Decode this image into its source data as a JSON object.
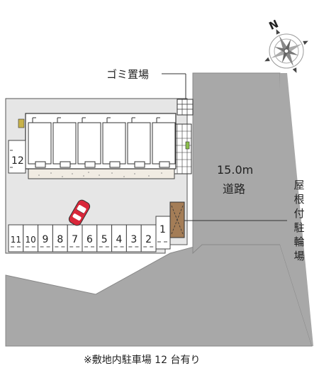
{
  "labels": {
    "garbage": "ゴミ置場",
    "road_width": "15.0m",
    "road_name": "道路",
    "neighbor_vertical": [
      "屋",
      "根",
      "付",
      "駐",
      "輪",
      "場"
    ],
    "footer": "※敷地内駐車場 12 台有り",
    "compass": "N"
  },
  "parking_spaces_row": [
    "11",
    "10",
    "9",
    "8",
    "7",
    "6",
    "5",
    "4",
    "3",
    "2"
  ],
  "parking_space_single": "1",
  "parking_space_side": "12",
  "colors": {
    "road_gray": "#a8a8a8",
    "lot_gray": "#e6e6e6",
    "building_white": "#ffffff",
    "line_dark": "#333333",
    "car_red": "#d9273a",
    "bike_brown": "#a47d57",
    "ground_beige": "#f1ece3"
  },
  "icons": {
    "compass": "compass-rose-icon",
    "car": "car-icon"
  }
}
